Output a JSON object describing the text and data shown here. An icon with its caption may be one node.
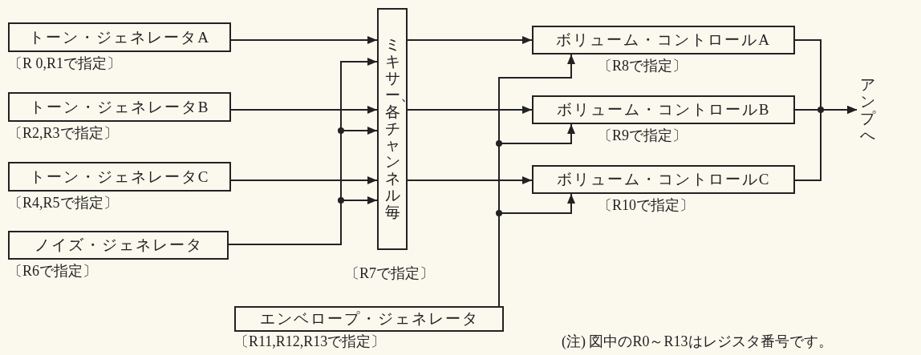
{
  "diagram": {
    "nodes": [
      {
        "text": [
          "トーン・ジェネレータA"
        ],
        "beside": [
          "〔R 0,R1で指定〕"
        ]
      },
      {
        "text": [
          "トーン・ジェネレータB"
        ],
        "beside": [
          "〔R2,R3で指定〕"
        ]
      },
      {
        "text": [
          "トーン・ジェネレータC"
        ],
        "beside": [
          "〔R4,R5で指定〕"
        ]
      },
      {
        "text": [
          "ノイズ・ジェネレータ"
        ],
        "beside": [
          "〔R6で指定〕"
        ]
      },
      {
        "text": [
          "ミキサー、各チャンネル毎"
        ],
        "beside": [
          "〔R7で指定〕"
        ]
      },
      {
        "text": [
          "エンベロープ・ジェネレータ"
        ],
        "beside": [
          "〔R11,R12,R13で指定〕"
        ]
      },
      {
        "text": [
          "ボリューム・コントロールA"
        ],
        "beside": [
          "〔R8で指定〕"
        ]
      },
      {
        "text": [
          "ボリューム・コントロールB"
        ],
        "beside": [
          "〔R9で指定〕"
        ]
      },
      {
        "text": [
          "ボリューム・コントロールC"
        ],
        "beside": [
          "〔R10で指定〕"
        ]
      },
      {
        "text": [
          "アンプへ"
        ]
      }
    ],
    "edges": [
      {
        "from": 0,
        "to": 4,
        "arrow": "to"
      },
      {
        "from": 1,
        "to": 4,
        "arrow": "to"
      },
      {
        "from": 2,
        "to": 4,
        "arrow": "to"
      },
      {
        "from": 3,
        "to": 4,
        "arrow": "to"
      },
      {
        "from": 3,
        "to": 4,
        "arrow": "to"
      },
      {
        "from": 3,
        "to": 4,
        "arrow": "to"
      },
      {
        "from": 4,
        "to": 6,
        "arrow": "to"
      },
      {
        "from": 4,
        "to": 7,
        "arrow": "to"
      },
      {
        "from": 4,
        "to": 8,
        "arrow": "to"
      },
      {
        "from": 5,
        "to": 6,
        "arrow": "to"
      },
      {
        "from": 5,
        "to": 7,
        "arrow": "to"
      },
      {
        "from": 5,
        "to": 8,
        "arrow": "to"
      },
      {
        "from": 6,
        "to": 9,
        "arrow": "to"
      },
      {
        "from": 7,
        "to": 9,
        "arrow": "to"
      },
      {
        "from": 8,
        "to": 9,
        "arrow": "to"
      }
    ],
    "labels": [
      "(注) 図中のR0～R13はレジスタ番号です。"
    ]
  }
}
